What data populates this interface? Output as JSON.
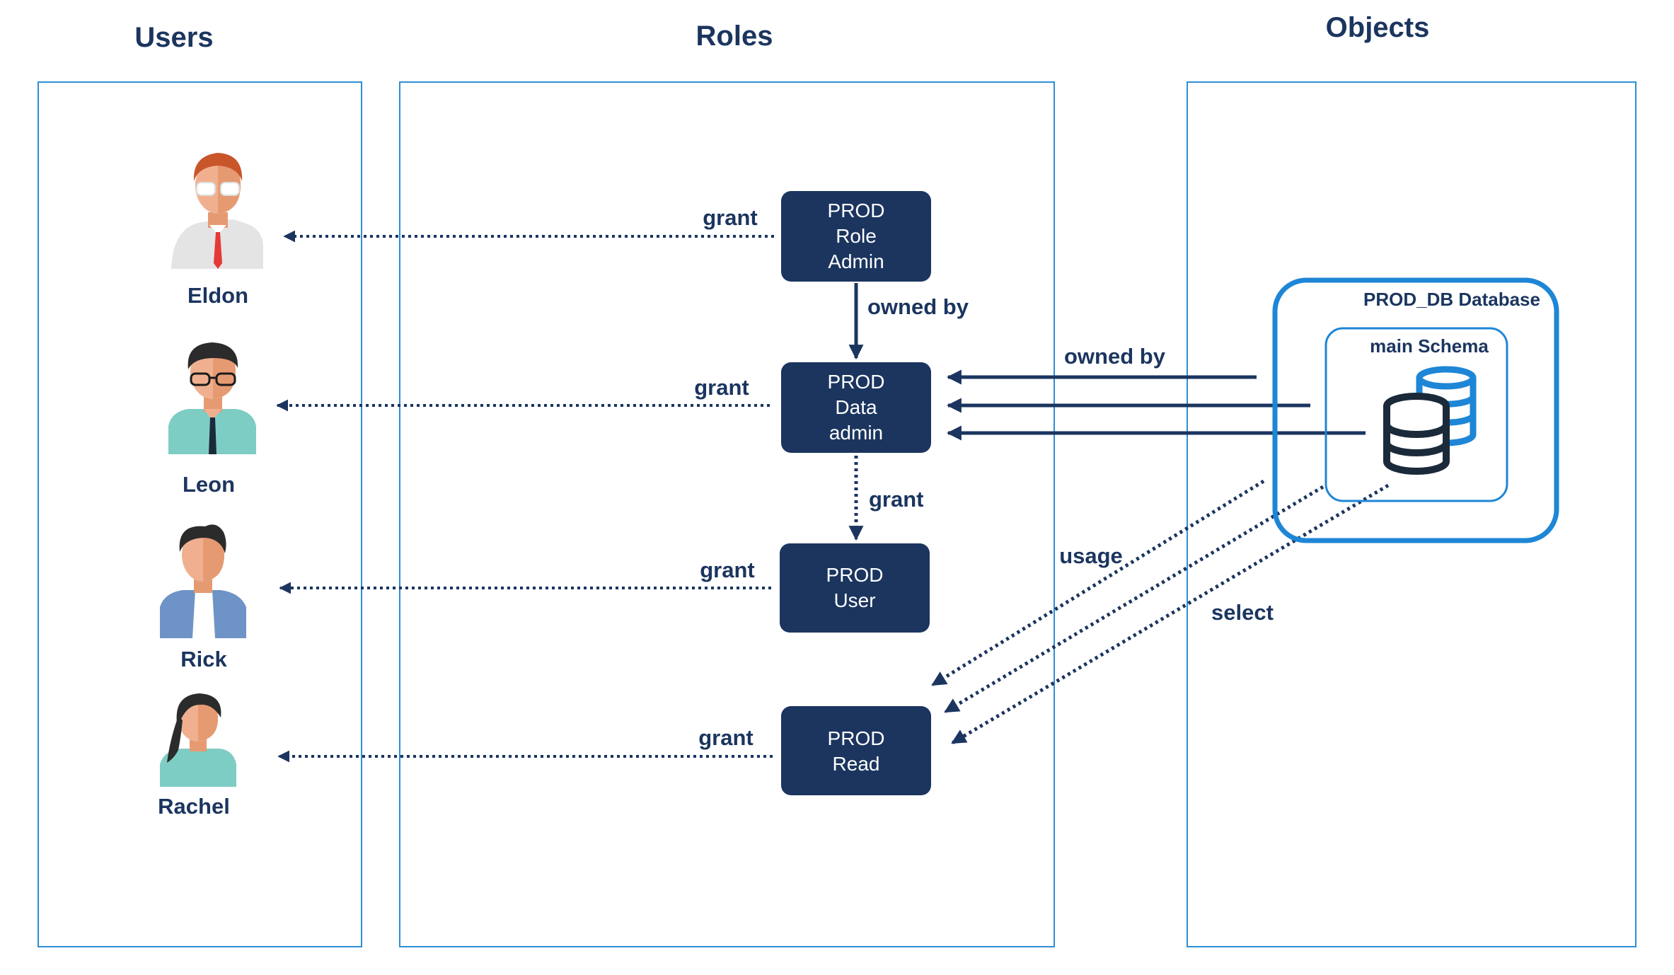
{
  "colors": {
    "navy": "#1b355f",
    "panel_border": "#2e8fd6",
    "db_blue": "#1e86d6",
    "skin": "#f0b08f",
    "skin_shade": "#e59a72"
  },
  "headers": {
    "users": "Users",
    "roles": "Roles",
    "objects": "Objects"
  },
  "users": [
    {
      "name": "Eldon",
      "icon": "user-avatar-icon"
    },
    {
      "name": "Leon",
      "icon": "user-avatar-icon"
    },
    {
      "name": "Rick",
      "icon": "user-avatar-icon"
    },
    {
      "name": "Rachel",
      "icon": "user-avatar-icon"
    }
  ],
  "roles": [
    {
      "lines": [
        "PROD",
        "Role",
        "Admin"
      ]
    },
    {
      "lines": [
        "PROD",
        "Data",
        "admin"
      ]
    },
    {
      "lines": [
        "PROD",
        "User"
      ]
    },
    {
      "lines": [
        "PROD",
        "Read"
      ]
    }
  ],
  "objects": {
    "database_label": "PROD_DB Database",
    "schema_label": "main Schema",
    "icon": "database-stack-icon"
  },
  "edges": {
    "grant_eldon": "grant",
    "grant_leon": "grant",
    "grant_rick": "grant",
    "grant_rachel": "grant",
    "role_admin_owned_by": "owned by",
    "data_admin_grant": "grant",
    "db_owned_by": "owned by",
    "usage": "usage",
    "select": "select"
  }
}
